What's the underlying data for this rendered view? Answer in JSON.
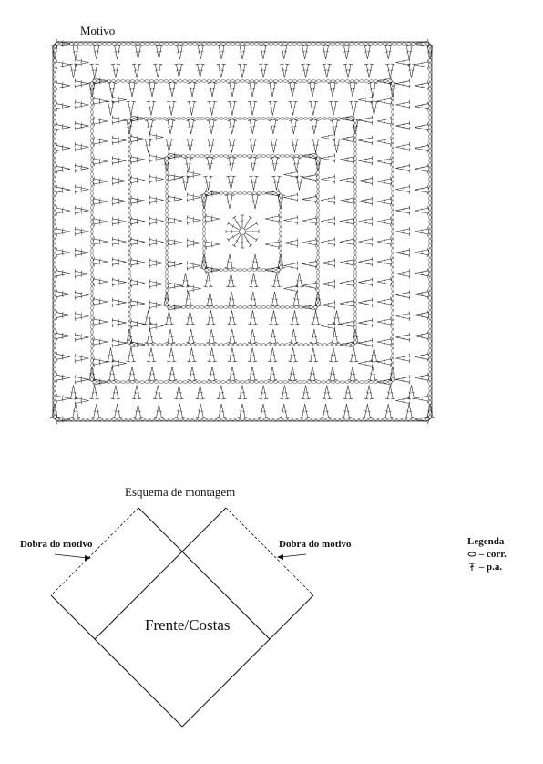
{
  "motif": {
    "title": "Motivo"
  },
  "assembly": {
    "title": "Esquema de montagem",
    "fold_left_label": "Dobra do motivo",
    "fold_right_label": "Dobra do motivo",
    "center_label": "Frente/Costas"
  },
  "legend": {
    "title": "Legenda",
    "items": [
      {
        "symbol": "chain-stitch-icon",
        "text": "– corr."
      },
      {
        "symbol": "double-crochet-icon",
        "text": "– p.a."
      }
    ]
  },
  "colors": {
    "ink": "#111111",
    "paper": "#ffffff"
  }
}
